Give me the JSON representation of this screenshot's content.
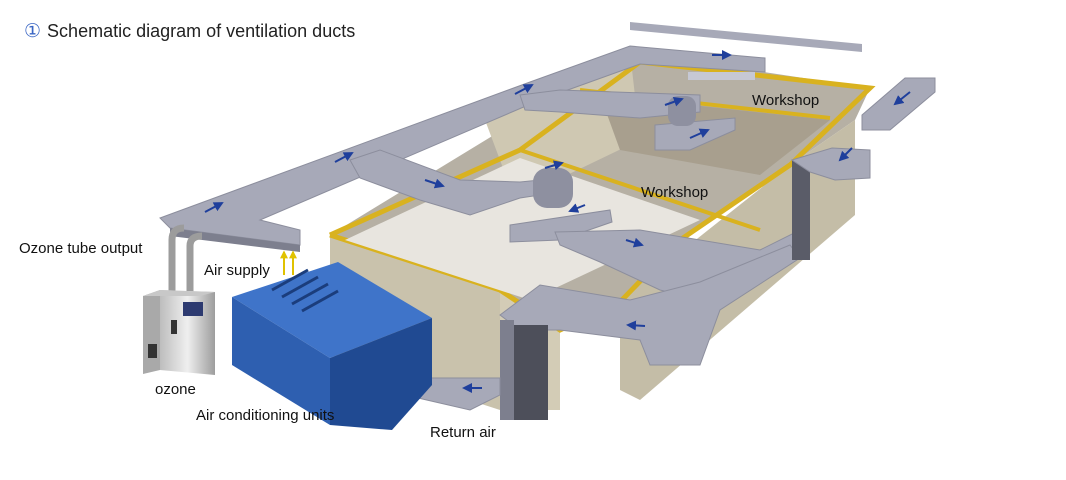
{
  "title": {
    "number": "①",
    "text": "Schematic diagram of ventilation ducts"
  },
  "labels": {
    "workshop_top": "Workshop",
    "workshop_mid": "Workshop",
    "ozone_tube_output": "Ozone tube output",
    "air_supply": "Air supply",
    "ozone": "ozone",
    "air_conditioning_units": "Air conditioning units",
    "return_air": "Return air"
  },
  "colors": {
    "duct": "#a7a9b8",
    "duct_dark": "#7d7f8e",
    "wall": "#c9c2ac",
    "floor": "#b6b0a4",
    "yellow_trim": "#d9b21f",
    "ac_unit": "#2e5fb0",
    "flow_arrow": "#1f3f9c",
    "supply_arrow": "#e0c200",
    "ozone_generator": "#d7d7d7"
  }
}
